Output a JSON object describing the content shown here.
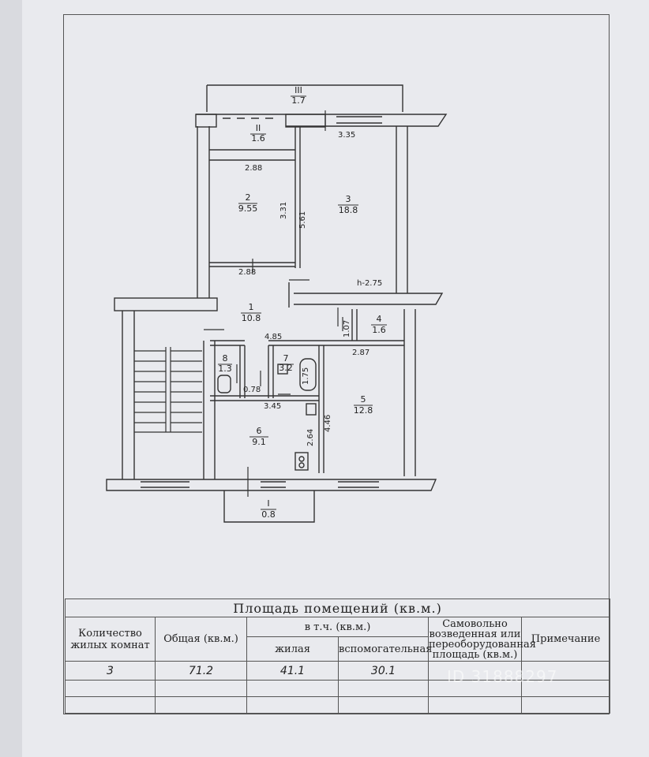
{
  "plan": {
    "rooms": [
      {
        "id": "III",
        "area": "1.7"
      },
      {
        "id": "II",
        "area": "1.6"
      },
      {
        "id": "2",
        "area": "9.55"
      },
      {
        "id": "3",
        "area": "18.8"
      },
      {
        "id": "1",
        "area": "10.8"
      },
      {
        "id": "4",
        "area": "1.6"
      },
      {
        "id": "8",
        "area": "1.3"
      },
      {
        "id": "7",
        "area": "3.2"
      },
      {
        "id": "5",
        "area": "12.8"
      },
      {
        "id": "6",
        "area": "9.1"
      },
      {
        "id": "I",
        "area": "0.8"
      }
    ],
    "dimensions": [
      "3.35",
      "2.88",
      "3.31",
      "5.61",
      "2.88",
      "h-2.75",
      "4.85",
      "1.07",
      "2.87",
      "0.78",
      "1.75",
      "3.45",
      "2.64",
      "4.46"
    ]
  },
  "table": {
    "title": "Площадь помещений (кв.м.)",
    "col_rooms": "Количество жилых комнат",
    "col_total": "Общая (кв.м.)",
    "col_incl": "в т.ч. (кв.м.)",
    "col_living": "жилая",
    "col_aux": "вспомогательная",
    "col_unauth": "Самовольно возведенная или переоборудованная площадь (кв.м.)",
    "col_note": "Примечание",
    "row": {
      "rooms": "3",
      "total": "71.2",
      "living": "41.1",
      "aux": "30.1",
      "unauth": "",
      "note": ""
    }
  },
  "watermark": "ID 31888297"
}
